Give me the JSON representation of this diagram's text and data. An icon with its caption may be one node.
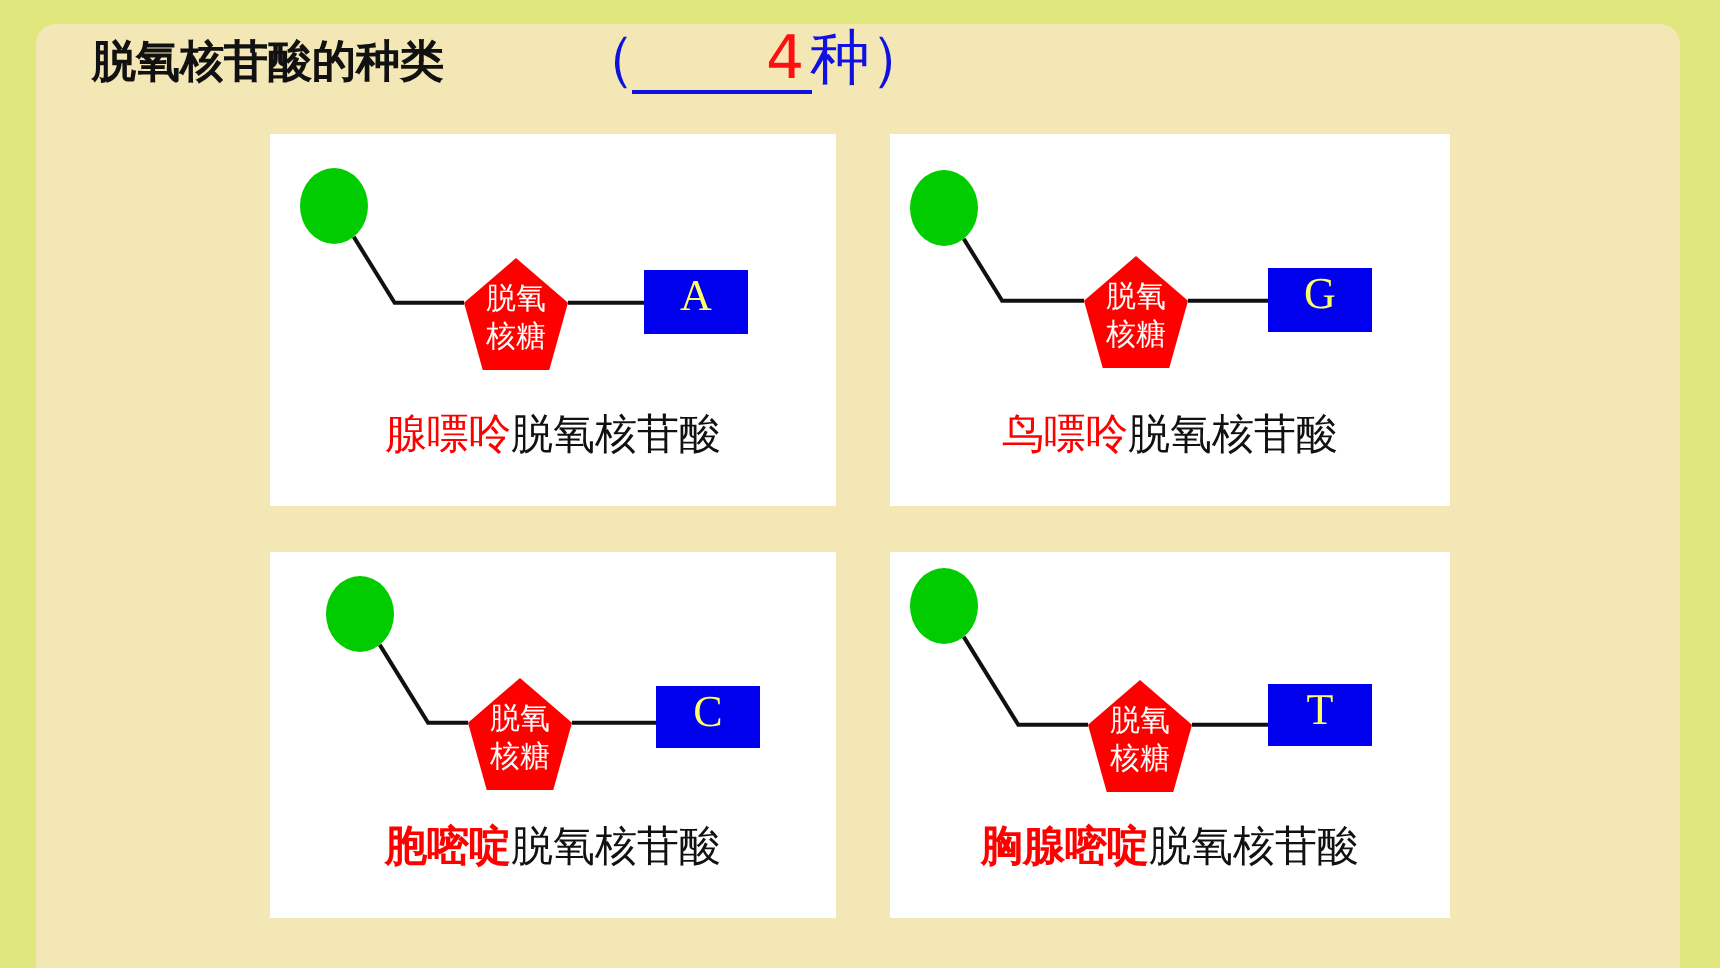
{
  "diagram": {
    "title": "脱氧核苷酸的种类",
    "nodes": [
      {
        "text": [
          "腺嘌呤",
          "脱氧核苷酸"
        ]
      },
      {
        "text": [],
        "shape": "circle",
        "in": 0
      },
      {
        "text": [
          "脱氧核糖"
        ],
        "in": 0
      },
      {
        "text": [
          "A"
        ],
        "in": 0
      },
      {
        "text": [
          "鸟嘌呤",
          "脱氧核苷酸"
        ]
      },
      {
        "text": [],
        "shape": "circle",
        "in": 4
      },
      {
        "text": [
          "脱氧核糖"
        ],
        "in": 4
      },
      {
        "text": [
          "G"
        ],
        "in": 4
      },
      {
        "text": [
          "胞嘧啶",
          "脱氧核苷酸"
        ]
      },
      {
        "text": [],
        "shape": "circle",
        "in": 8
      },
      {
        "text": [
          "脱氧核糖"
        ],
        "in": 8
      },
      {
        "text": [
          "C"
        ],
        "in": 8
      },
      {
        "text": [
          "胸腺嘧啶",
          "脱氧核苷酸"
        ]
      },
      {
        "text": [],
        "shape": "circle",
        "in": 12
      },
      {
        "text": [
          "脱氧核糖"
        ],
        "in": 12
      },
      {
        "text": [
          "T"
        ],
        "in": 12
      }
    ],
    "edges": [
      {
        "from": 1,
        "to": 2,
        "arrow": "none"
      },
      {
        "from": 2,
        "to": 3,
        "arrow": "none"
      },
      {
        "from": 5,
        "to": 6,
        "arrow": "none"
      },
      {
        "from": 6,
        "to": 7,
        "arrow": "none"
      },
      {
        "from": 9,
        "to": 10,
        "arrow": "none"
      },
      {
        "from": 10,
        "to": 11,
        "arrow": "none"
      },
      {
        "from": 13,
        "to": 14,
        "arrow": "none"
      },
      {
        "from": 14,
        "to": 15,
        "arrow": "none"
      }
    ],
    "labels": [
      "（",
      "4",
      "种）"
    ]
  }
}
